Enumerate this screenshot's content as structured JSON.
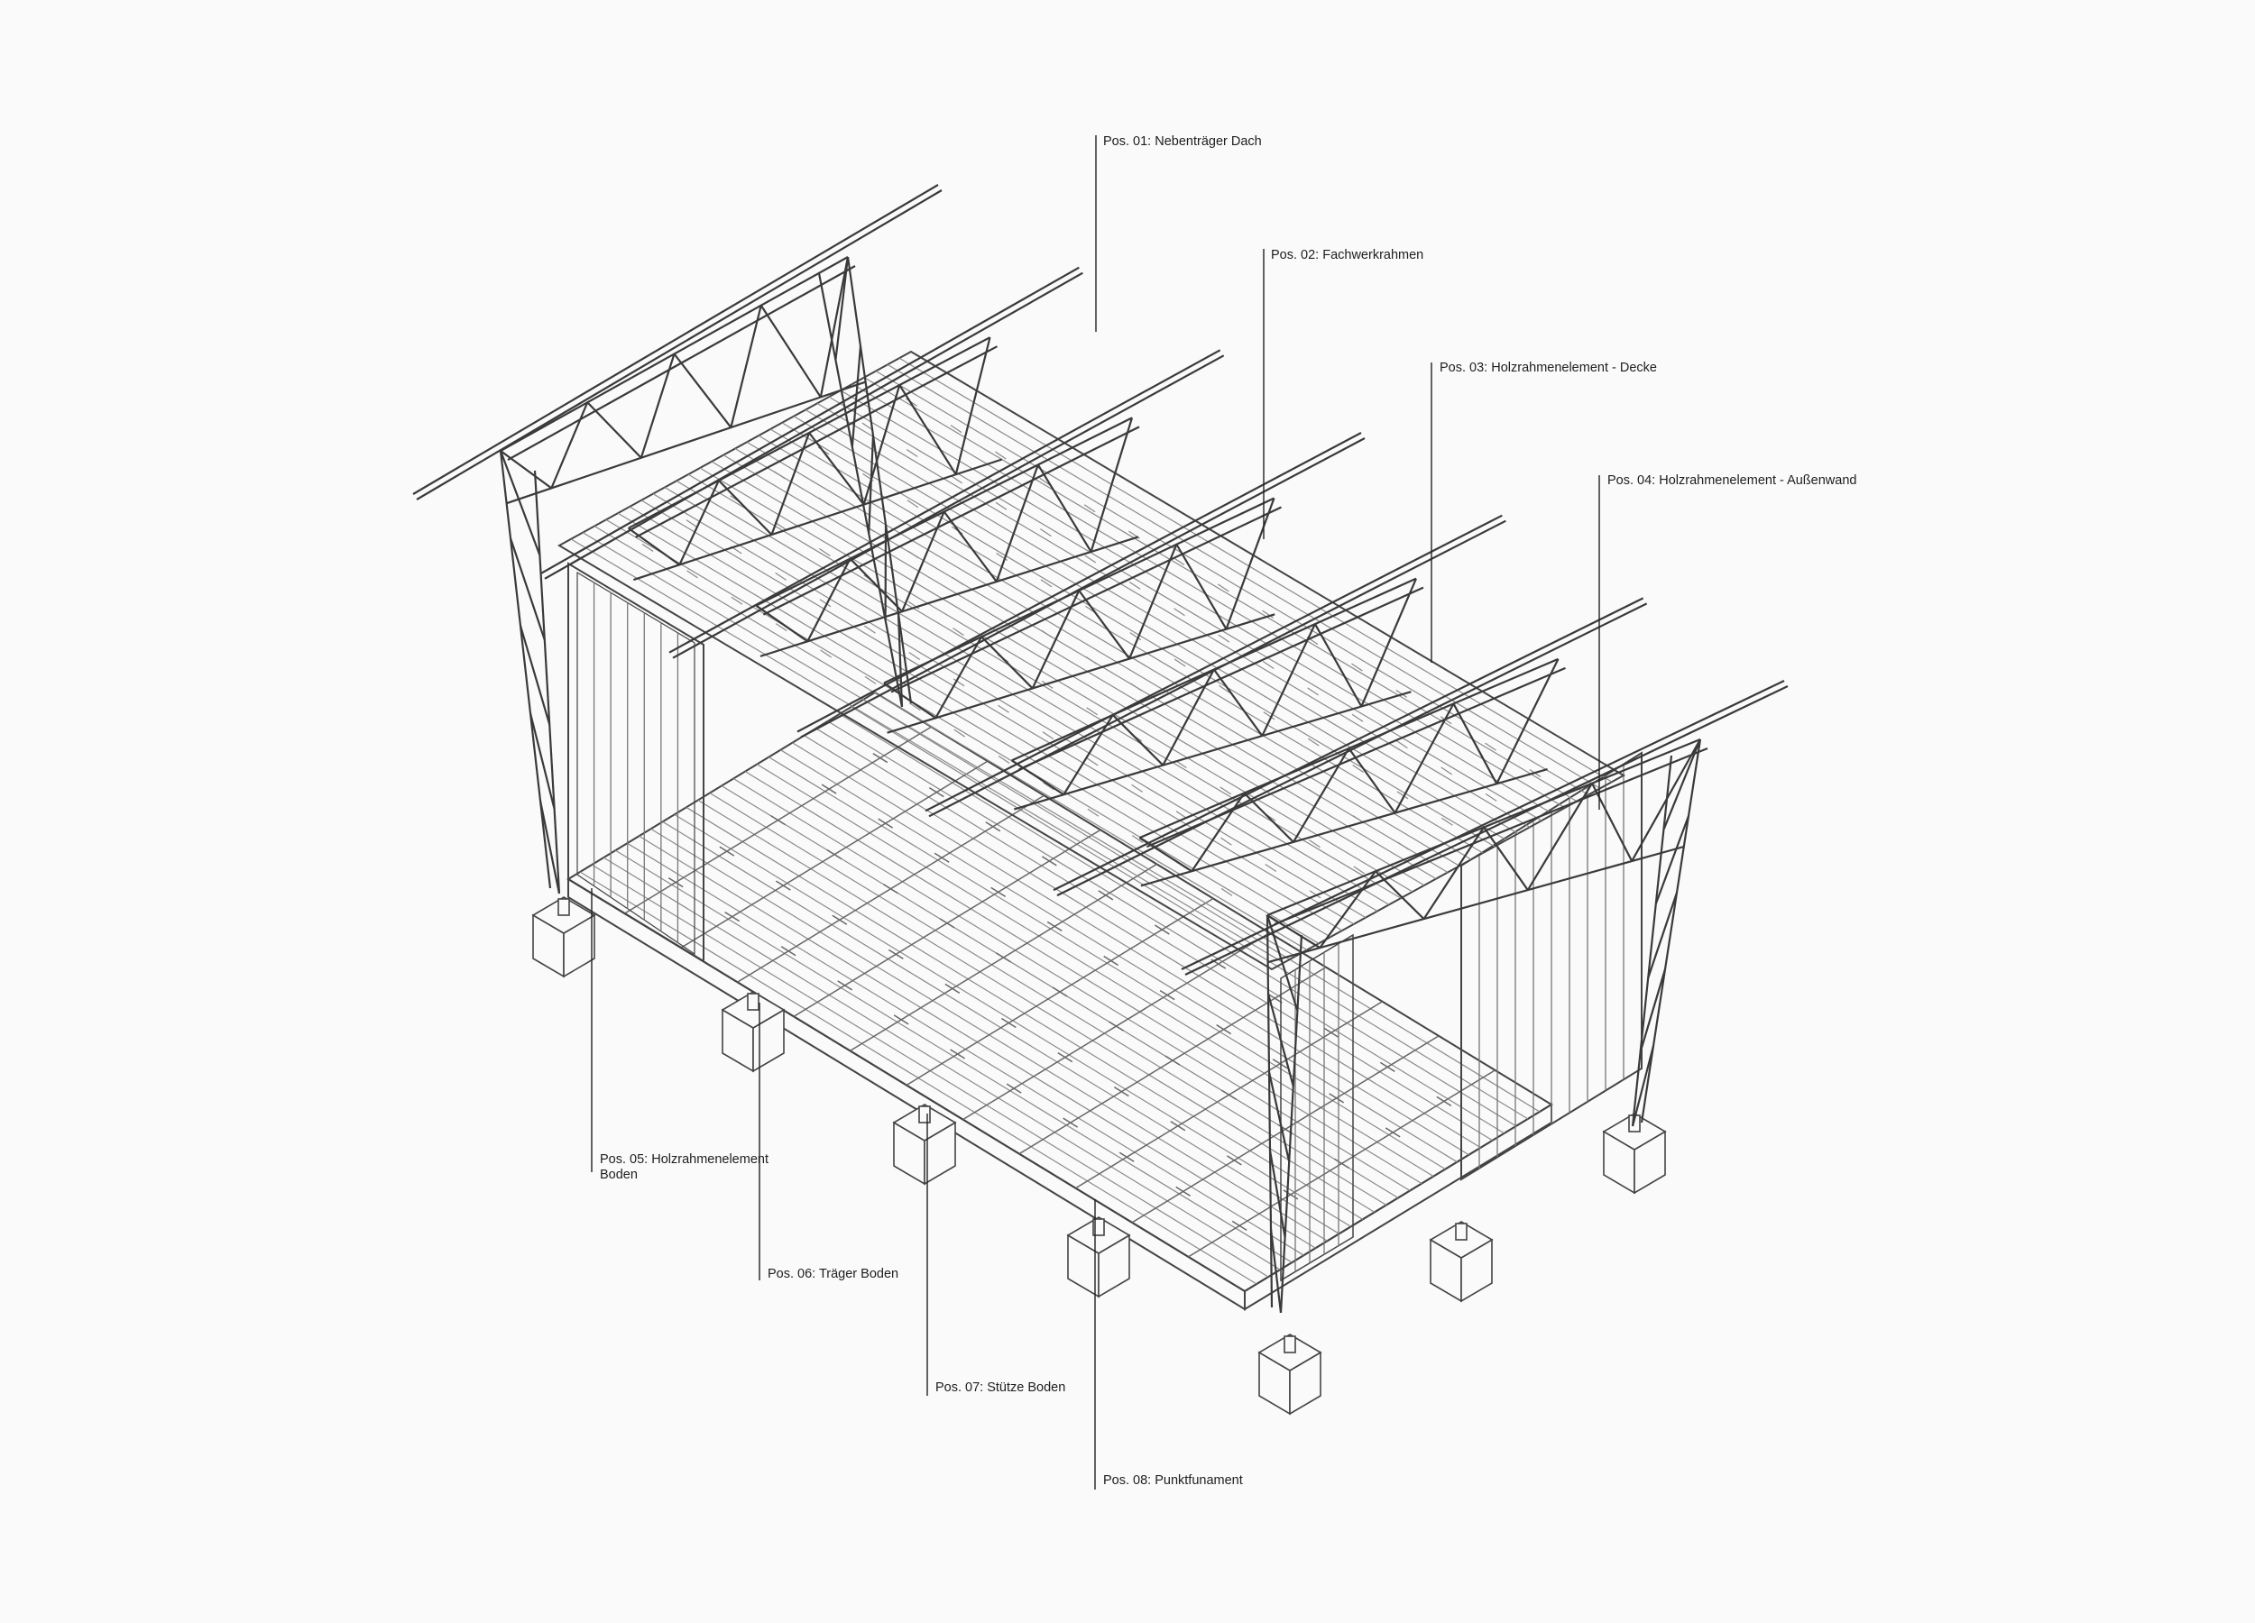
{
  "labels": {
    "pos01": "Pos. 01: Nebenträger Dach",
    "pos02": "Pos. 02: Fachwerkrahmen",
    "pos03": "Pos. 03: Holzrahmenelement - Decke",
    "pos04": "Pos. 04: Holzrahmenelement - Außenwand",
    "pos05_line1": "Pos. 05: Holzrahmenelement",
    "pos05_line2": "Boden",
    "pos06": "Pos. 06: Träger Boden",
    "pos07": "Pos. 07: Stütze Boden",
    "pos08": "Pos. 08: Punktfunament"
  },
  "colors": {
    "background": "#fafafa",
    "line": "#3a3a3a",
    "text": "#1e1e1e"
  }
}
